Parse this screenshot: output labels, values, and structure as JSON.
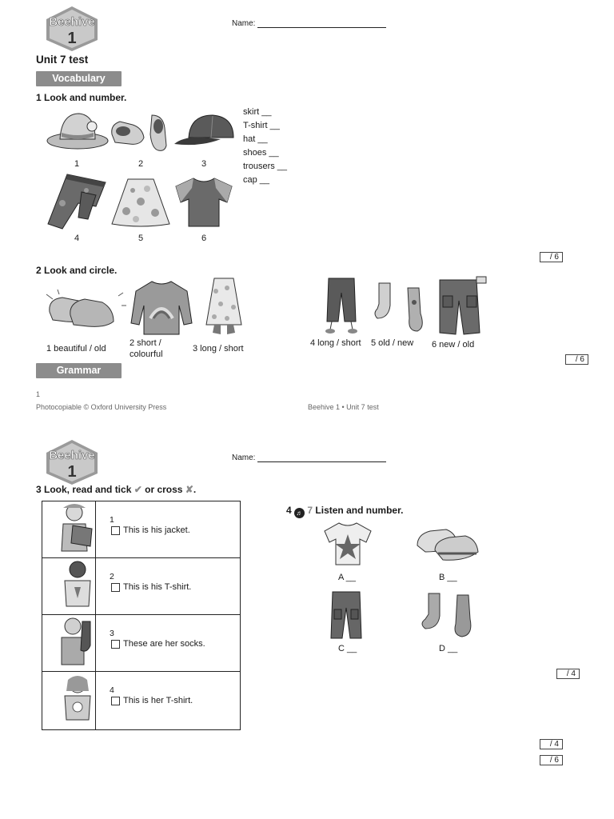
{
  "logo_text": "Beehive",
  "logo_number": "1",
  "name_label": "Name:",
  "unit_title": "Unit 7 test",
  "sections": {
    "vocabulary": "Vocabulary",
    "grammar": "Grammar"
  },
  "task1": {
    "title": "1  Look and number.",
    "numbers": [
      "1",
      "2",
      "3",
      "4",
      "5",
      "6"
    ],
    "words": [
      "skirt __",
      "T-shirt __",
      "hat __",
      "shoes __",
      "trousers __",
      "cap __"
    ],
    "score": "/ 6"
  },
  "task2": {
    "title": "2  Look and circle.",
    "captions": [
      "1  beautiful / old",
      "2  short /",
      "colourful",
      "3  long / short",
      "4  long / short",
      "5  old / new",
      "6  new / old"
    ],
    "score": "/ 6"
  },
  "footer": {
    "page": "1",
    "copyright": "Photocopiable © Oxford University Press",
    "course": "Beehive 1 • Unit 7 test"
  },
  "task3": {
    "title_start": "3  Look, read and tick",
    "title_mid": "or cross",
    "title_end": ".",
    "items": [
      {
        "num": "1",
        "text": "This is his jacket."
      },
      {
        "num": "2",
        "text": "This is his T-shirt."
      },
      {
        "num": "3",
        "text": "These are her socks."
      },
      {
        "num": "4",
        "text": "This is her T-shirt."
      }
    ]
  },
  "task4": {
    "title_num": "4",
    "track": "7",
    "title_text": "Listen and number.",
    "labels": [
      "A __",
      "B __",
      "C __",
      "D __"
    ],
    "score": "/ 4"
  },
  "extra_scores": [
    "/ 4",
    "/ 6"
  ]
}
